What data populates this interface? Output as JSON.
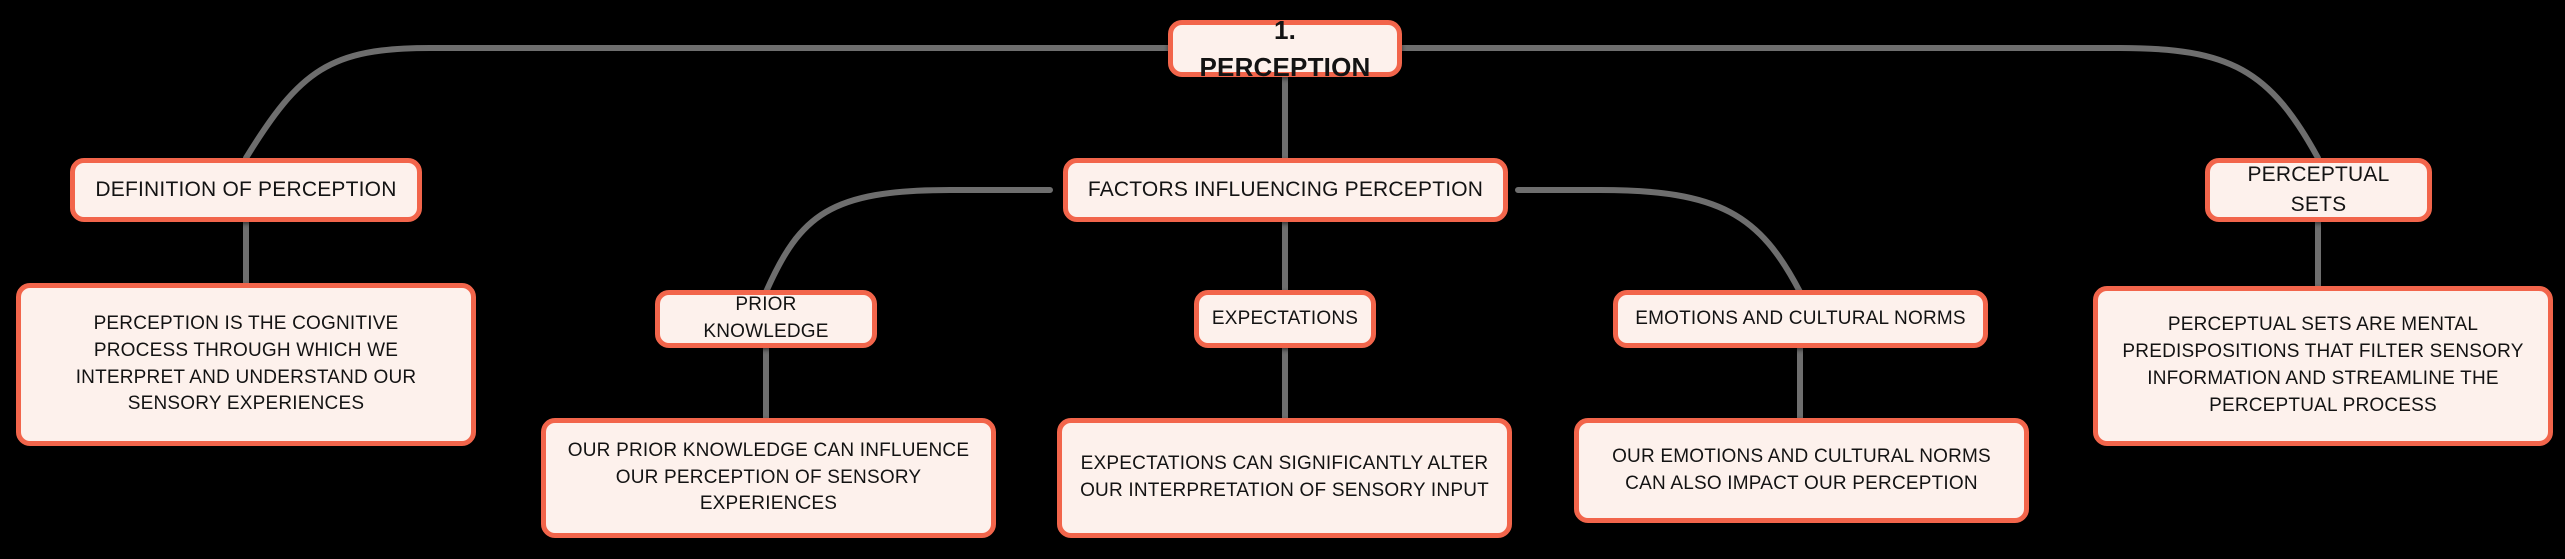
{
  "diagram": {
    "type": "mind-map",
    "title": "1. PERCEPTION",
    "palette": {
      "background": "#000000",
      "node_fill": "#FDF1EC",
      "node_border": "#F2654B",
      "node_text": "#131313",
      "connector": "#6E6E6E"
    }
  },
  "nodes": {
    "root": {
      "label": "1. PERCEPTION"
    },
    "definition": {
      "label": "DEFINITION OF PERCEPTION"
    },
    "definition_detail": {
      "label": "PERCEPTION IS THE COGNITIVE PROCESS THROUGH WHICH WE INTERPRET AND UNDERSTAND OUR SENSORY EXPERIENCES"
    },
    "factors": {
      "label": "FACTORS INFLUENCING PERCEPTION"
    },
    "prior_knowledge": {
      "label": "PRIOR KNOWLEDGE"
    },
    "prior_knowledge_detail": {
      "label": "OUR PRIOR KNOWLEDGE CAN INFLUENCE OUR PERCEPTION OF SENSORY EXPERIENCES"
    },
    "expectations": {
      "label": "EXPECTATIONS"
    },
    "expectations_detail": {
      "label": "EXPECTATIONS CAN SIGNIFICANTLY ALTER OUR INTERPRETATION OF SENSORY INPUT"
    },
    "emotions": {
      "label": "EMOTIONS AND CULTURAL NORMS"
    },
    "emotions_detail": {
      "label": "OUR EMOTIONS AND CULTURAL NORMS CAN ALSO IMPACT OUR PERCEPTION"
    },
    "perceptual_sets": {
      "label": "PERCEPTUAL SETS"
    },
    "perceptual_sets_detail": {
      "label": "PERCEPTUAL SETS ARE MENTAL PREDISPOSITIONS THAT FILTER SENSORY INFORMATION AND STREAMLINE THE PERCEPTUAL PROCESS"
    }
  }
}
